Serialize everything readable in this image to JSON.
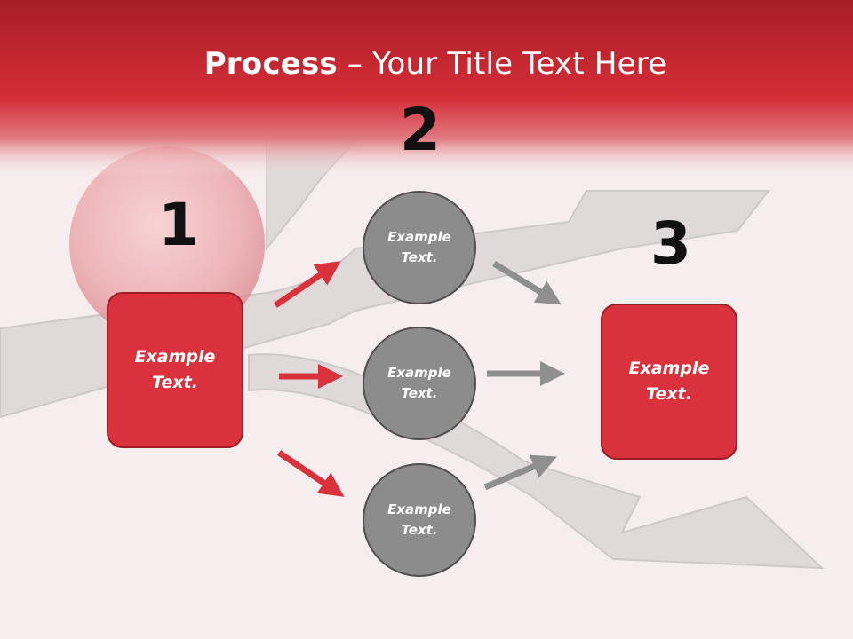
{
  "title": {
    "bold": "Process",
    "rest": " – Your Title Text Here"
  },
  "steps": {
    "n1": "1",
    "n2": "2",
    "n3": "3"
  },
  "box_left": {
    "line1": "Example",
    "line2": "Text."
  },
  "box_right": {
    "line1": "Example",
    "line2": "Text."
  },
  "circles": [
    {
      "line1": "Example",
      "line2": "Text."
    },
    {
      "line1": "Example",
      "line2": "Text."
    },
    {
      "line1": "Example",
      "line2": "Text."
    }
  ],
  "colors": {
    "header_red": "#cf2a34",
    "box_red": "#d9323c",
    "circle_gray": "#8c8c8c",
    "arrow_red": "#d9323c",
    "arrow_gray": "#8f8f8f"
  }
}
